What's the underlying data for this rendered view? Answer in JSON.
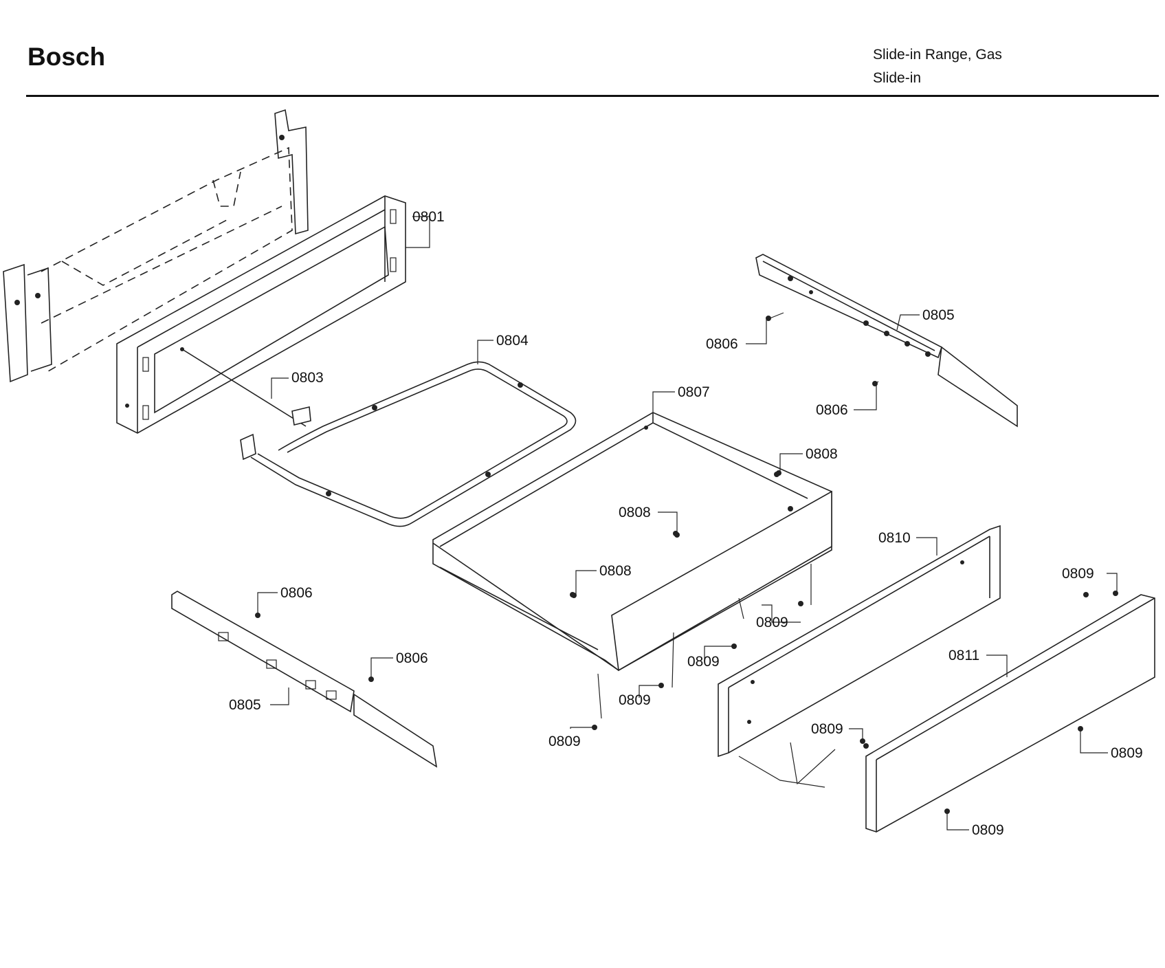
{
  "header": {
    "brand": "Bosch",
    "product_line1": "Slide-in Range, Gas",
    "product_line2": "Slide-in"
  },
  "callouts": {
    "c0801": "0801",
    "c0803": "0803",
    "c0804": "0804",
    "c0805a": "0805",
    "c0806a": "0806",
    "c0806b": "0806",
    "c0807": "0807",
    "c0808a": "0808",
    "c0808b": "0808",
    "c0808c": "0808",
    "c0810": "0810",
    "c0809a": "0809",
    "c0809b": "0809",
    "c0809c": "0809",
    "c0809d": "0809",
    "c0809e": "0809",
    "c0811": "0811",
    "c0809f": "0809",
    "c0809g": "0809",
    "c0809h": "0809",
    "c0806c": "0806",
    "c0806d": "0806",
    "c0805b": "0805"
  }
}
